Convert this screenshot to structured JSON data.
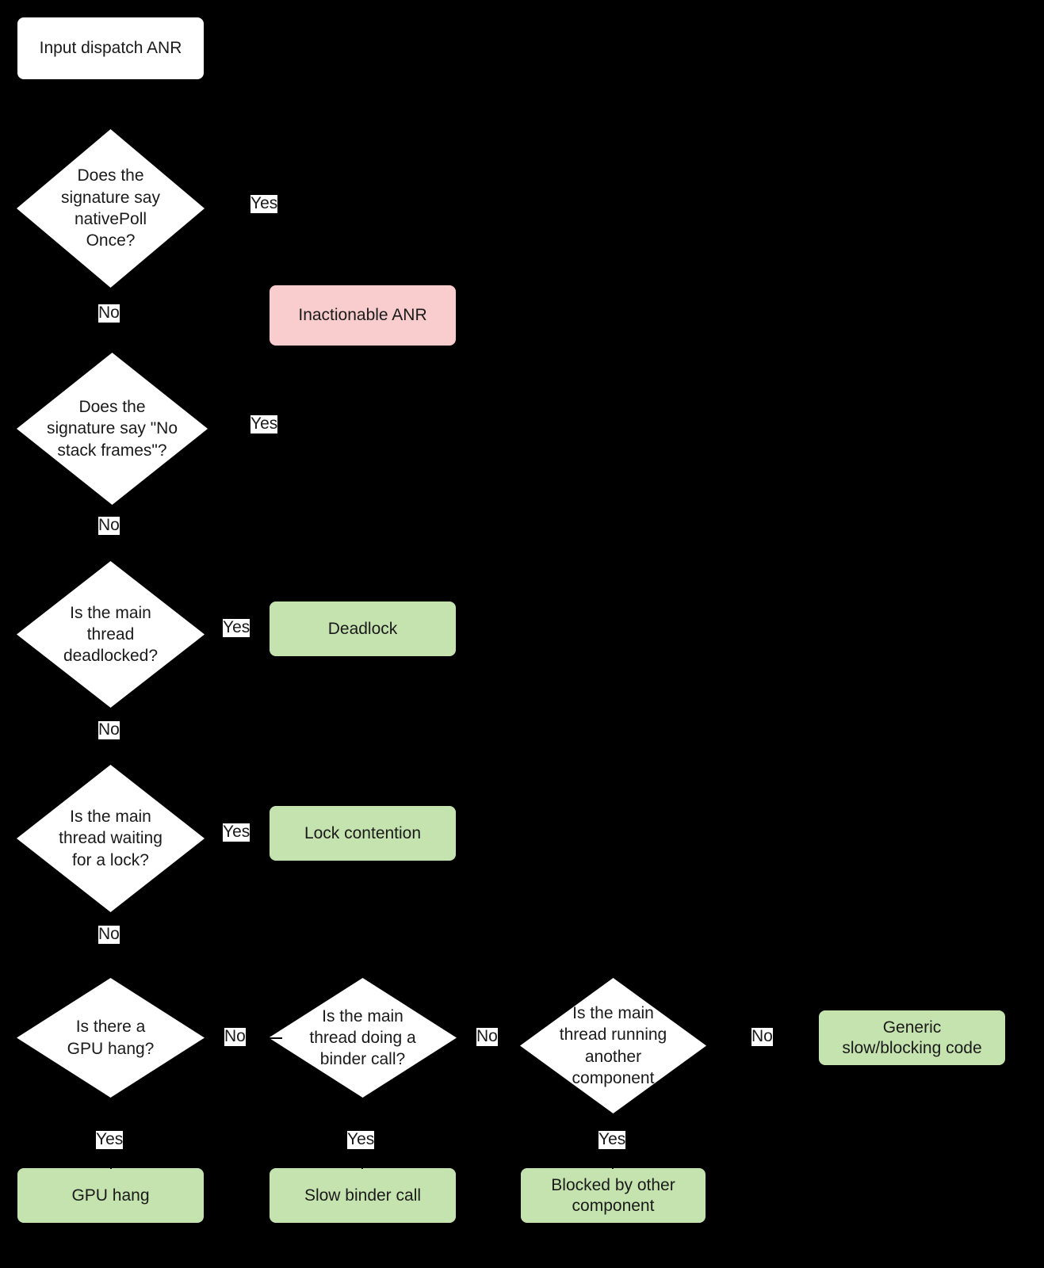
{
  "diagram": {
    "title": "Input dispatch ANR triage flowchart",
    "background_color": "#000000",
    "colors": {
      "start_fill": "#ffffff",
      "decision_fill": "#ffffff",
      "inactionable_fill": "#f9cccd",
      "outcome_fill": "#c5e3ae",
      "text": "#1a1a1a",
      "edge_label_bg": "#ffffff"
    }
  },
  "nodes": {
    "start": {
      "label": "Input dispatch ANR"
    },
    "d1": {
      "label": "Does the\nsignature say\nnativePoll\nOnce?"
    },
    "d2": {
      "label": "Does the\nsignature say \"No\nstack frames\"?"
    },
    "d3": {
      "label": "Is the main\nthread\ndeadlocked?"
    },
    "d4": {
      "label": "Is the main\nthread waiting\nfor a lock?"
    },
    "d5": {
      "label": "Is there a\nGPU hang?"
    },
    "d6": {
      "label": "Is the main\nthread doing a\nbinder call?"
    },
    "d7": {
      "label": "Is the main\nthread running\nanother\ncomponent"
    },
    "inactionable": {
      "label": "Inactionable ANR"
    },
    "deadlock": {
      "label": "Deadlock"
    },
    "lock_contention": {
      "label": "Lock contention"
    },
    "gpu_hang": {
      "label": "GPU hang"
    },
    "slow_binder": {
      "label": "Slow binder call"
    },
    "blocked_other": {
      "label": "Blocked by other\ncomponent"
    },
    "generic_slow": {
      "label": "Generic\nslow/blocking code"
    }
  },
  "edge_labels": {
    "d1_yes": "Yes",
    "d1_no": "No",
    "d2_yes": "Yes",
    "d2_no": "No",
    "d3_yes": "Yes",
    "d3_no": "No",
    "d4_yes": "Yes",
    "d4_no": "No",
    "d5_no": "No",
    "d5_yes": "Yes",
    "d6_no": "No",
    "d6_yes": "Yes",
    "d7_no": "No",
    "d7_yes": "Yes"
  }
}
